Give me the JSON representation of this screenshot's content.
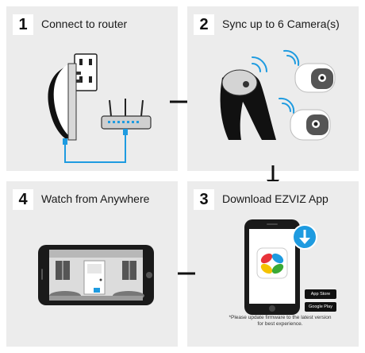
{
  "steps": [
    {
      "number": "1",
      "title": "Connect to router"
    },
    {
      "number": "2",
      "title": "Sync up to 6 Camera(s)"
    },
    {
      "number": "3",
      "title": "Download EZVIZ App"
    },
    {
      "number": "4",
      "title": "Watch from Anywhere"
    }
  ],
  "store_badges": {
    "app_store": "App Store",
    "google_play": "Google Play"
  },
  "footnote": "*Please update firmware to the latest version for best experience.",
  "icons": [
    "wall-outlet-icon",
    "hub-icon",
    "router-icon",
    "wifi-icon",
    "camera-icon",
    "download-icon",
    "app-icon",
    "phone-icon",
    "arrow-right-icon",
    "arrow-down-icon",
    "arrow-left-icon"
  ],
  "colors": {
    "panel_bg": "#ececec",
    "cable": "#1e9be0",
    "download_badge": "#1e9be0",
    "dark": "#1a1a1a"
  }
}
